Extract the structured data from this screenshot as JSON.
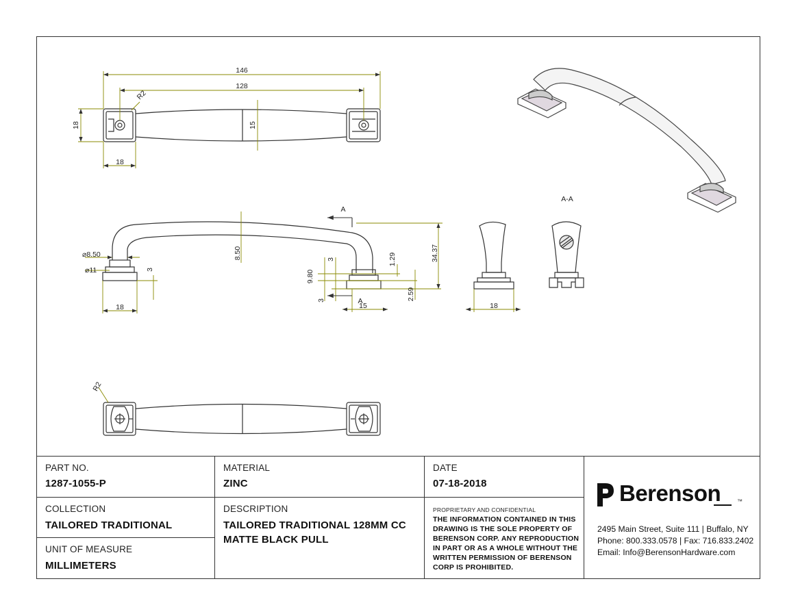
{
  "dimensions": {
    "overall_length": "146",
    "center_to_center": "128",
    "base_radius_top": "R2",
    "base_height": "18",
    "grip_width": "15",
    "base_width_top": "18",
    "arrow_a": "A",
    "post_diameter": "⌀8.50",
    "base_diameter": "⌀11",
    "grip_thickness": "8.50",
    "collar_height": "3",
    "base_width_side": "18",
    "section_arrow_bottom": "A",
    "depth_9_80": "9.80",
    "depth_3_upper": "3",
    "depth_3_lower": "3",
    "offset_1_29": "1.29",
    "height_34_37": "34.37",
    "height_2_59": "2.59",
    "base_15": "15",
    "end_view_width": "18",
    "section_label": "A-A",
    "base_radius_bottom": "R2"
  },
  "title_block": {
    "part_no_label": "PART NO.",
    "part_no": "1287-1055-P",
    "collection_label": "COLLECTION",
    "collection": "TAILORED TRADITIONAL",
    "uom_label": "UNIT OF MEASURE",
    "uom": "MILLIMETERS",
    "material_label": "MATERIAL",
    "material": "ZINC",
    "description_label": "DESCRIPTION",
    "description_line1": "TAILORED TRADITIONAL 128MM CC",
    "description_line2": "MATTE BLACK PULL",
    "date_label": "DATE",
    "date": "07-18-2018",
    "proprietary_heading": "PROPRIETARY AND CONFIDENTIAL",
    "proprietary_lines": [
      "THE INFORMATION CONTAINED IN THIS",
      "DRAWING IS THE SOLE PROPERTY OF",
      "BERENSON CORP. ANY REPRODUCTION",
      "IN PART OR AS A WHOLE WITHOUT THE",
      "WRITTEN PERMISSION OF BERENSON",
      "CORP IS PROHIBITED."
    ],
    "brand": "Berenson",
    "trademark": "™",
    "address": "2495 Main Street, Suite 111 | Buffalo, NY",
    "phone": "Phone: 800.333.0578 | Fax: 716.833.2402",
    "email": "Email: Info@BerensonHardware.com"
  },
  "colors": {
    "line": "#333333",
    "dimension": "#8a8a00",
    "paper": "#ffffff",
    "section_fill": "#e8e8e8"
  },
  "icons": {
    "logo": "berenson-b-logo-icon"
  }
}
